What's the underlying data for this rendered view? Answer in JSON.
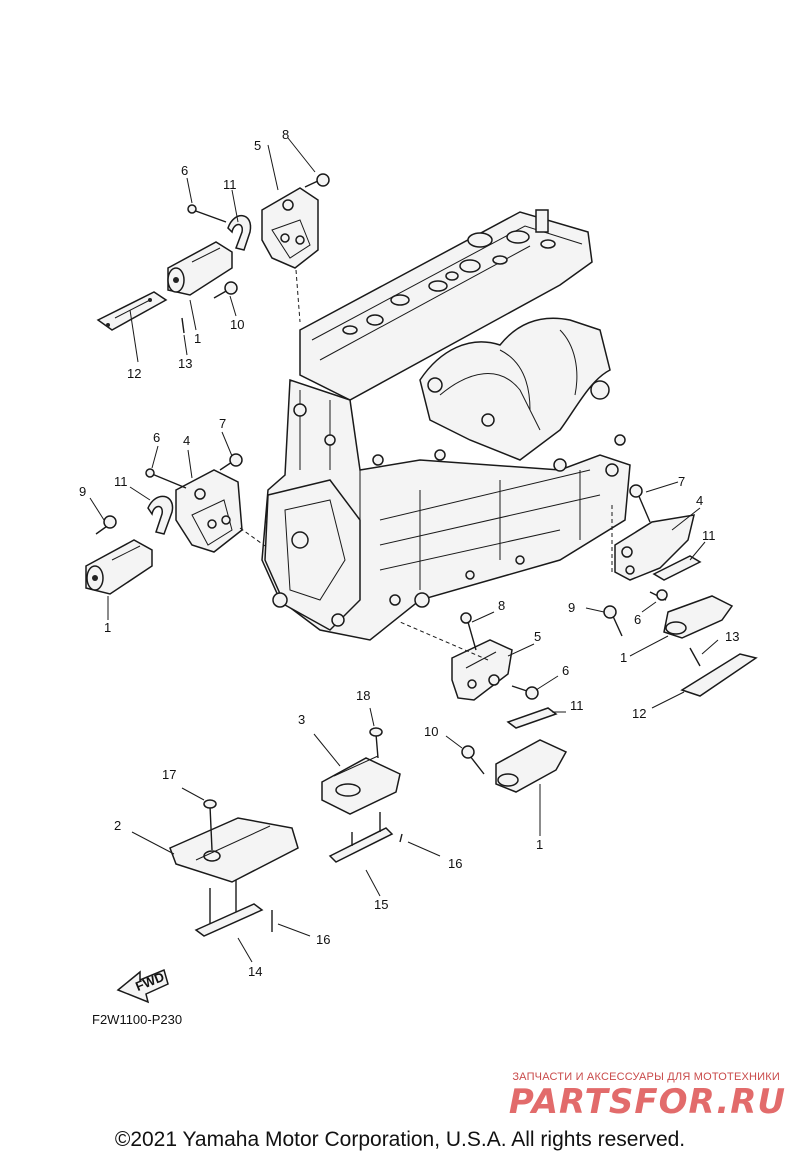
{
  "diagram": {
    "diagram_code": "F2W1100-P230",
    "fwd_label": "FWD",
    "callouts": [
      "1",
      "1",
      "1",
      "1",
      "2",
      "3",
      "4",
      "4",
      "5",
      "5",
      "6",
      "6",
      "6",
      "6",
      "7",
      "7",
      "8",
      "8",
      "9",
      "9",
      "10",
      "10",
      "11",
      "11",
      "11",
      "11",
      "12",
      "12",
      "13",
      "13",
      "14",
      "15",
      "16",
      "16",
      "17",
      "18"
    ]
  },
  "watermark": {
    "tagline": "ЗАПЧАСТИ И АКСЕССУАРЫ ДЛЯ МОТОТЕХНИКИ",
    "brand": "PARTSFOR.RU"
  },
  "footer": {
    "copyright": "©2021 Yamaha Motor Corporation, U.S.A. All rights reserved."
  },
  "colors": {
    "line": "#1a1a1a",
    "watermark": "#e26b6b",
    "background": "#ffffff"
  }
}
